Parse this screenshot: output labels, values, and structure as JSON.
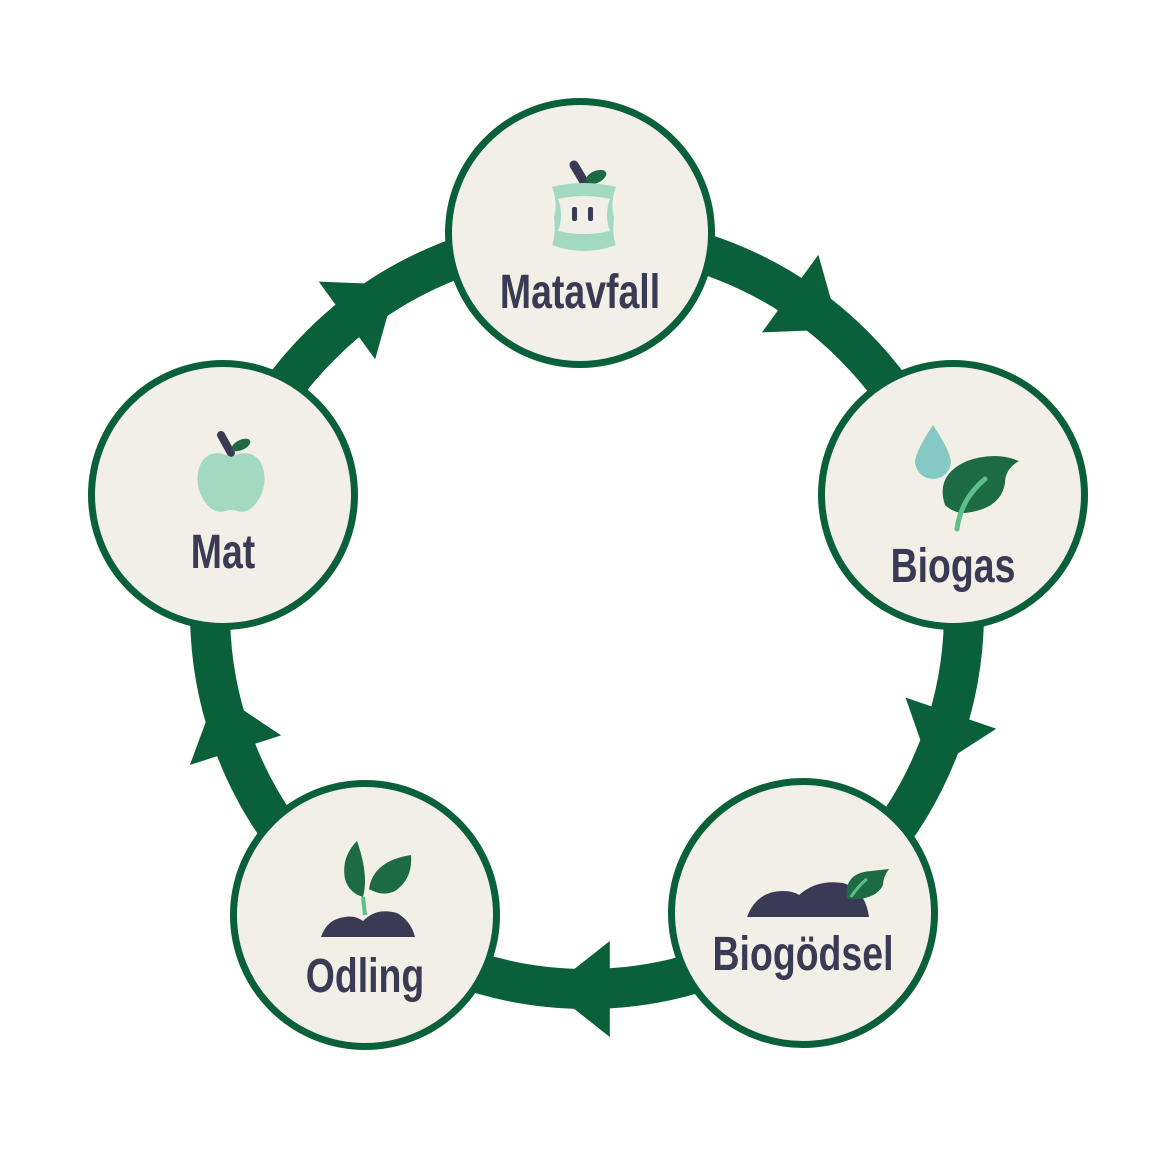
{
  "nodes": [
    {
      "id": "matavfall",
      "label": "Matavfall",
      "icon": "apple-core-icon"
    },
    {
      "id": "biogas",
      "label": "Biogas",
      "icon": "drop-leaf-icon"
    },
    {
      "id": "biogodsel",
      "label": "Biogödsel",
      "icon": "soil-leaf-icon"
    },
    {
      "id": "odling",
      "label": "Odling",
      "icon": "sprout-icon"
    },
    {
      "id": "mat",
      "label": "Mat",
      "icon": "apple-icon"
    }
  ],
  "colors": {
    "ring": "#0a6038",
    "node_fill": "#f2efe6",
    "text": "#3a3a55",
    "mint": "#a3d9c1",
    "dark_green": "#1d6b45",
    "water": "#86c9c4"
  },
  "cycle_direction": "clockwise"
}
